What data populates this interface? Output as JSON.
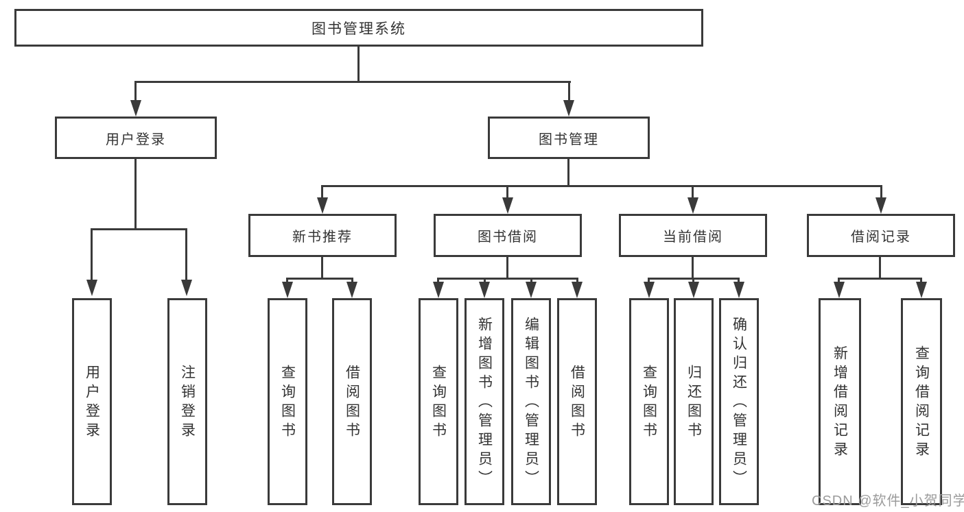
{
  "colors": {
    "line": "#3a3a3a",
    "text": "#333333",
    "watermark": "#9b9b9b",
    "background": "#ffffff"
  },
  "watermark": "CSDN @软件_小贺同学",
  "tree": {
    "root": "图书管理系统",
    "user_login": {
      "label": "用户登录",
      "children": {
        "login": "用户登录",
        "logout": "注销登录"
      }
    },
    "book_mgmt": {
      "label": "图书管理",
      "new_book_rec": {
        "label": "新书推荐",
        "children": {
          "query": "查询图书",
          "borrow": "借阅图书"
        }
      },
      "book_borrow": {
        "label": "图书借阅",
        "children": {
          "query": "查询图书",
          "add": "新增图书（管理员）",
          "edit": "编辑图书（管理员）",
          "borrow": "借阅图书"
        }
      },
      "current_borrow": {
        "label": "当前借阅",
        "children": {
          "query": "查询图书",
          "return_book": "归还图书",
          "confirm_return": "确认归还（管理员）"
        }
      },
      "borrow_records": {
        "label": "借阅记录",
        "children": {
          "add_record": "新增借阅记录",
          "query_record": "查询借阅记录"
        }
      }
    }
  }
}
